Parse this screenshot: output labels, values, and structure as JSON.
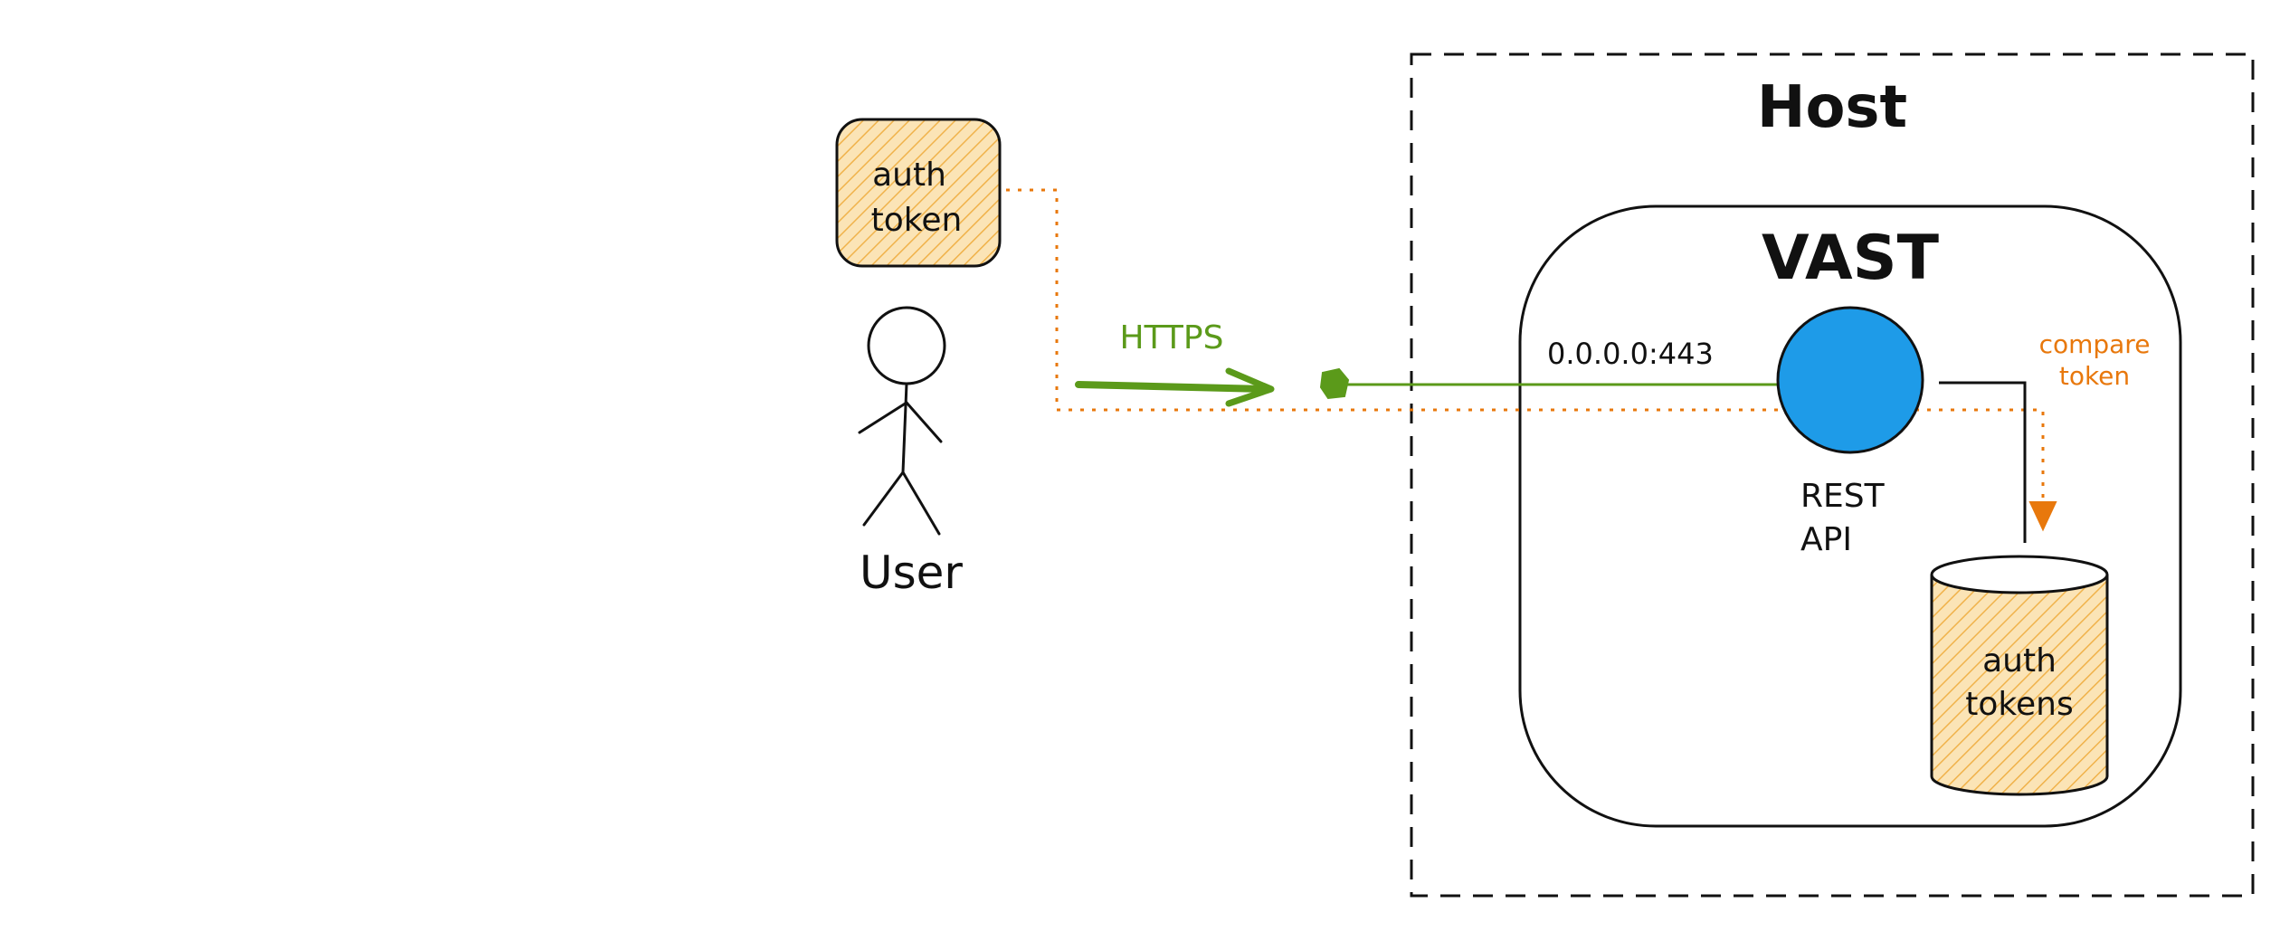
{
  "diagram": {
    "host_label": "Host",
    "vast_label": "VAST",
    "user_label": "User",
    "auth_token_label_line1": "auth",
    "auth_token_label_line2": "token",
    "https_label": "HTTPS",
    "address_label": "0.0.0.0:443",
    "rest_api_line1": "REST",
    "rest_api_line2": "API",
    "compare_token_line1": "compare",
    "compare_token_line2": "token",
    "db_label_line1": "auth",
    "db_label_line2": "tokens"
  },
  "colors": {
    "ink": "#111111",
    "token_fill": "#f4c26b",
    "orange": "#e8780c",
    "green": "#5b9a1a",
    "api_blue": "#1e9be8"
  }
}
